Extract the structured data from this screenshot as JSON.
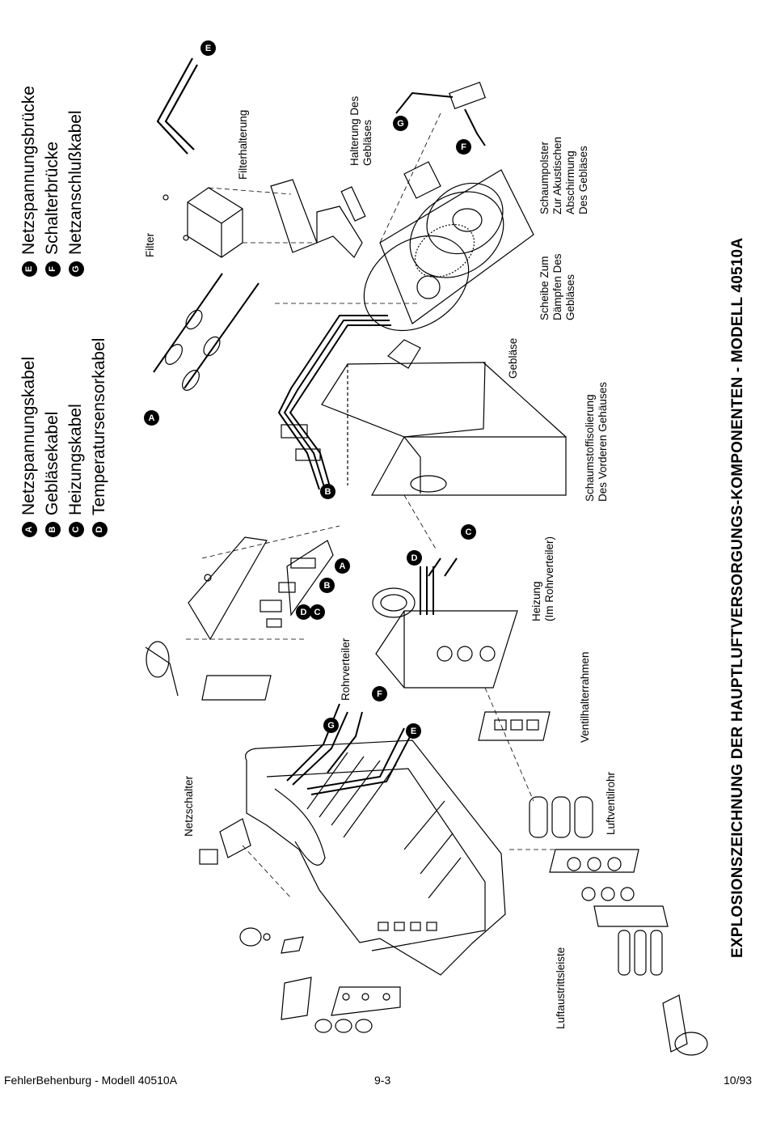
{
  "legend_left": [
    {
      "letter": "A",
      "text": "Netzspannungskabel"
    },
    {
      "letter": "B",
      "text": "Gebläsekabel"
    },
    {
      "letter": "C",
      "text": "Heizungskabel"
    },
    {
      "letter": "D",
      "text": "Temperatursensorkabel"
    }
  ],
  "legend_right": [
    {
      "letter": "E",
      "text": "Netzspannungsbrücke"
    },
    {
      "letter": "F",
      "text": "Schalterbrücke"
    },
    {
      "letter": "G",
      "text": "Netzanschlußkabel"
    }
  ],
  "labels": {
    "filter": "Filter",
    "filterhalterung": "Filterhalterung",
    "halterung_1": "Halterung Des",
    "halterung_2": "Gebläses",
    "schaumpolster_1": "Schaumpolster",
    "schaumpolster_2": "Zur Akustischen",
    "schaumpolster_3": "Abschirmung",
    "schaumpolster_4": "Des Gebläses",
    "scheibe_1": "Scheibe Zum",
    "scheibe_2": "Dämpfen Des",
    "scheibe_3": "Gebläses",
    "geblaese": "Gebläse",
    "schaum_1": "Schaumstoffisolierung",
    "schaum_2": "Des Vorderen Gehäuses",
    "heizung_1": "Heizung",
    "heizung_2": "(Im Rohrverteiler)",
    "rohrverteiler": "Rohrverteiler",
    "ventilhalterrahmen": "Ventilhalterrahmen",
    "luftventilrohr": "Luftventilrohr",
    "netzschalter": "Netzschalter",
    "luftaustrittsleiste": "Luftaustrittsleiste"
  },
  "callouts": [
    "A",
    "B",
    "C",
    "D",
    "E",
    "F",
    "G"
  ],
  "title": "EXPLOSIONSZEICHNUNG DER HAUPTLUFTVERSORGUNGS-KOMPONENTEN - MODELL 40510A",
  "footer": {
    "left": "FehlerBehenburg - Modell 40510A",
    "center": "9-3",
    "right": "10/93"
  }
}
